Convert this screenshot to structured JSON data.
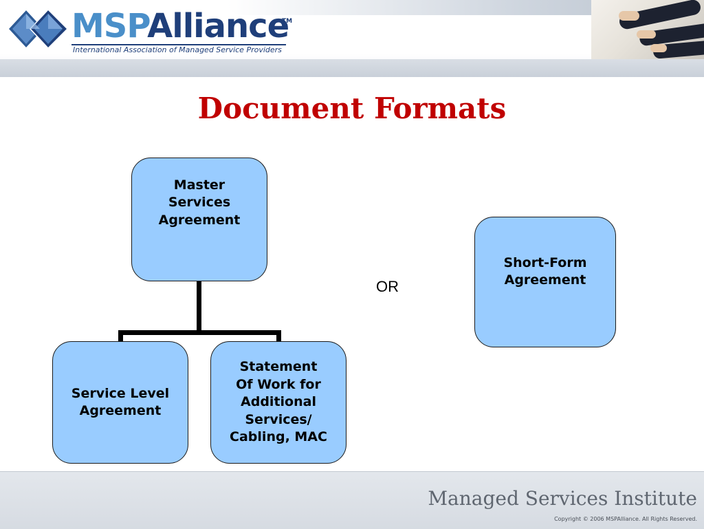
{
  "header": {
    "logo": {
      "msp": "MSP",
      "alliance": "Alliance",
      "tm": "TM",
      "tagline": "International Association of Managed Service Providers"
    },
    "photo": "business-meeting-hands"
  },
  "slide": {
    "title": "Document Formats"
  },
  "diagram": {
    "root": "Master\nServices\nAgreement",
    "children": [
      "Service Level\nAgreement",
      "Statement\nOf Work for\nAdditional\nServices/\nCabling, MAC"
    ],
    "separator": "OR",
    "alternative": "Short-Form\nAgreement"
  },
  "footer": {
    "brand": "Managed Services Institute",
    "copyright": "Copyright © 2006 MSPAlliance. All Rights Reserved."
  },
  "colors": {
    "title": "#c00000",
    "box_fill": "#99ccff",
    "logo_light": "#4a8fc9",
    "logo_dark": "#1f3f7a"
  }
}
